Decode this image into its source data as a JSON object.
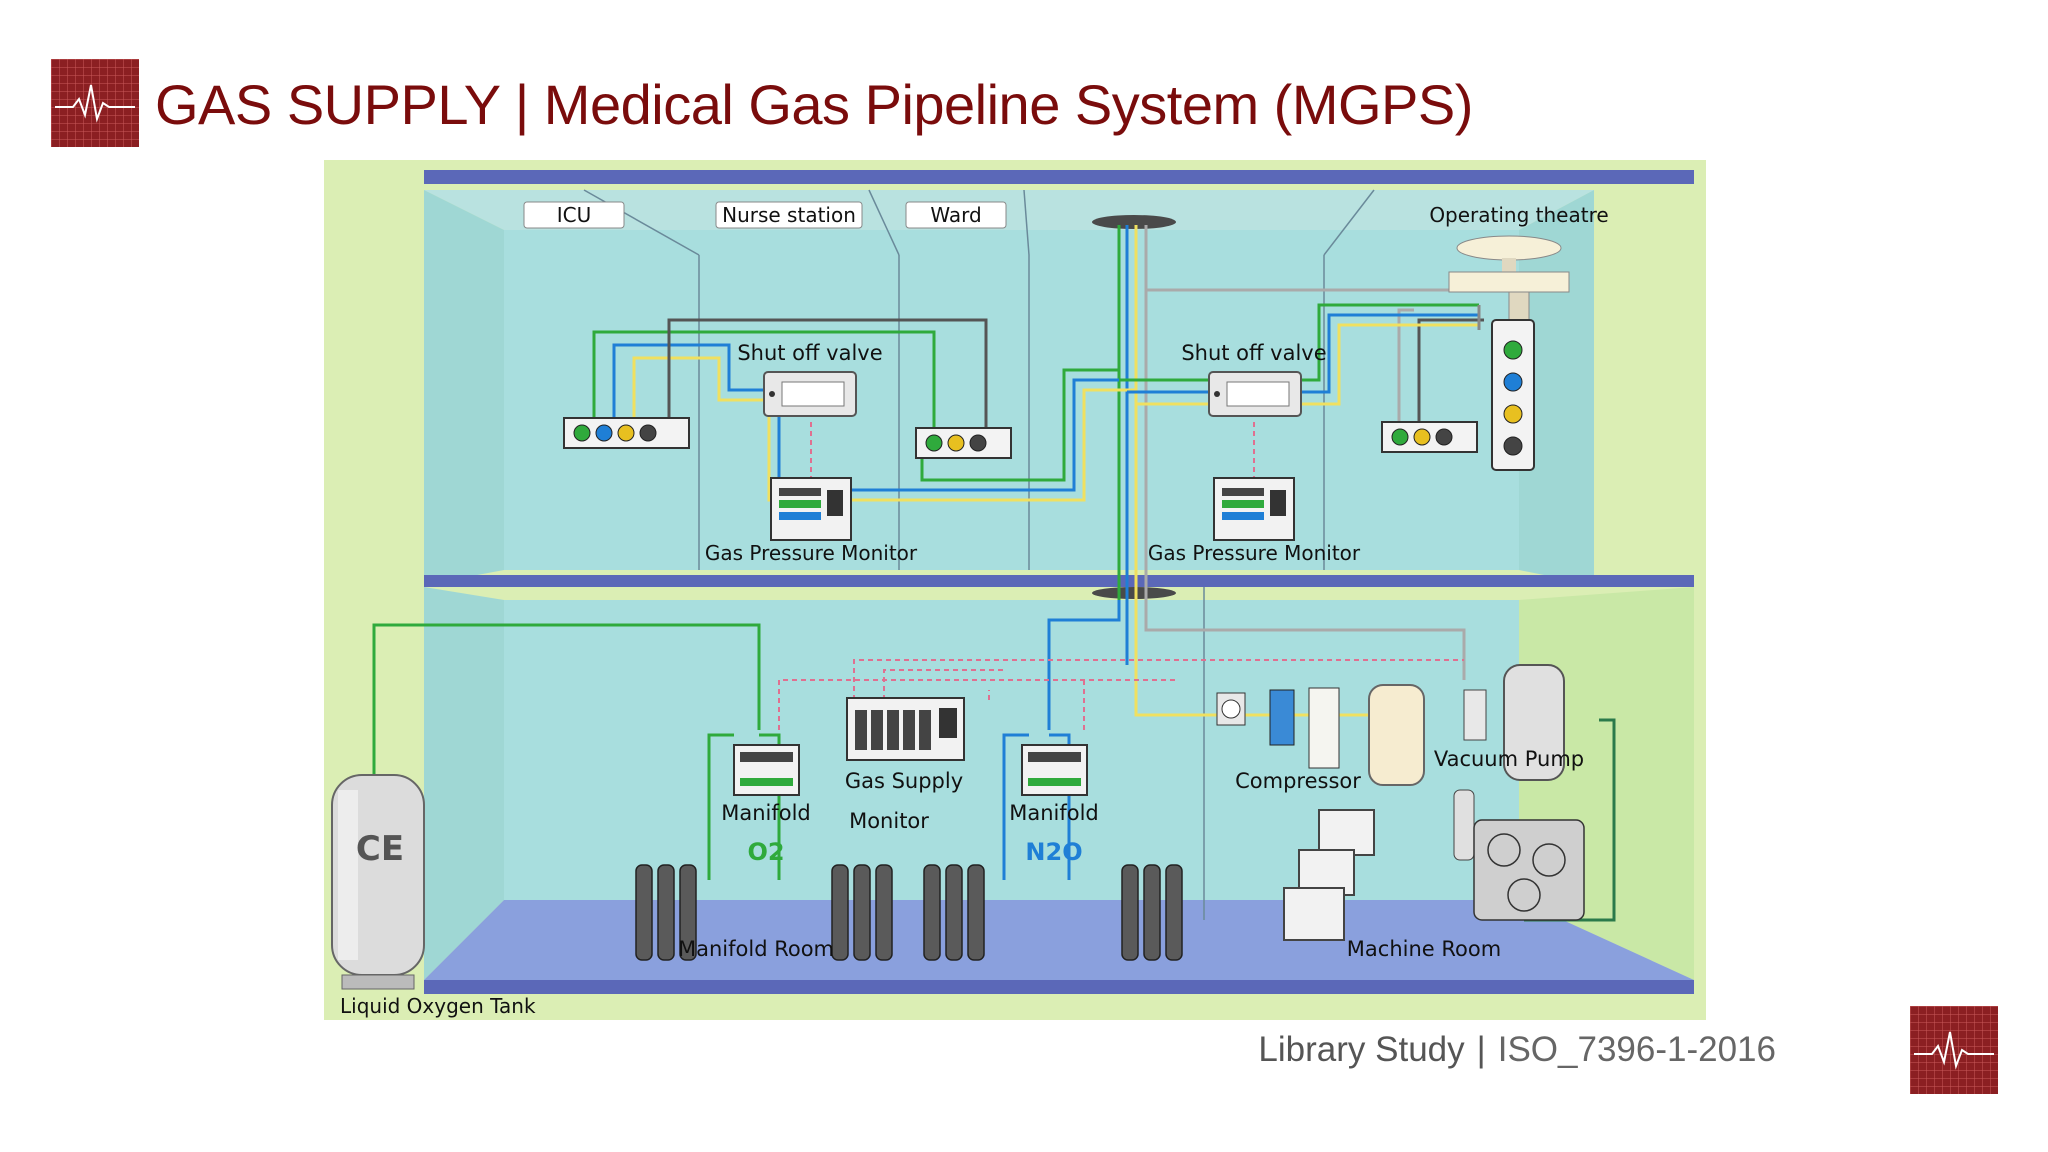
{
  "slide": {
    "title": "GAS SUPPLY | Medical Gas Pipeline System (MGPS)"
  },
  "diagram": {
    "rooms": {
      "icu": "ICU",
      "nurse_station": "Nurse station",
      "ward": "Ward",
      "operating_theatre": "Operating theatre",
      "manifold_room": "Manifold Room",
      "machine_room": "Machine Room"
    },
    "equipment": {
      "shut_off_valve": "Shut off valve",
      "gas_pressure_monitor": "Gas Pressure Monitor",
      "gas_supply_monitor_line1": "Gas Supply",
      "gas_supply_monitor_line2": "Monitor",
      "manifold": "Manifold",
      "compressor": "Compressor",
      "vacuum_pump": "Vacuum Pump",
      "liquid_oxygen_tank": "Liquid Oxygen Tank",
      "tank_mark": "CE"
    },
    "gases": {
      "o2": "O2",
      "n2o": "N2O"
    },
    "colors": {
      "oxygen": "#2faa3c",
      "nitrous_oxide": "#1f7fd6",
      "air": "#f0e060",
      "vacuum": "#555555",
      "signal": "#e07090"
    }
  },
  "footer": {
    "label": "Library Study",
    "separator": "|",
    "reference": "ISO_7396-1-2016"
  }
}
